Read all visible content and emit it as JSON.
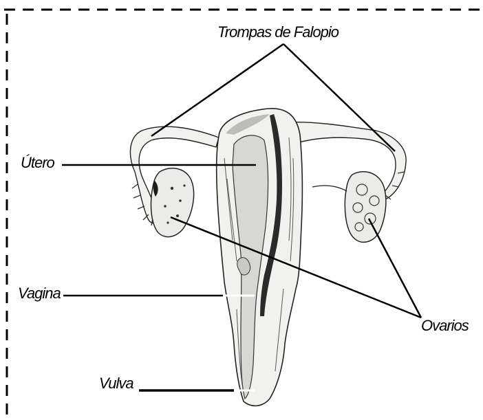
{
  "labels": {
    "trompas": "Trompas de Falopio",
    "utero": "Útero",
    "vagina": "Vagina",
    "ovarios": "Ovarios",
    "vulva": "Vulva"
  },
  "colors": {
    "line": "#000000",
    "background": "#ffffff",
    "tissue_fill": "#f1f1ee",
    "tissue_shade": "#b9b9b4",
    "dark": "#1c1c1c"
  }
}
